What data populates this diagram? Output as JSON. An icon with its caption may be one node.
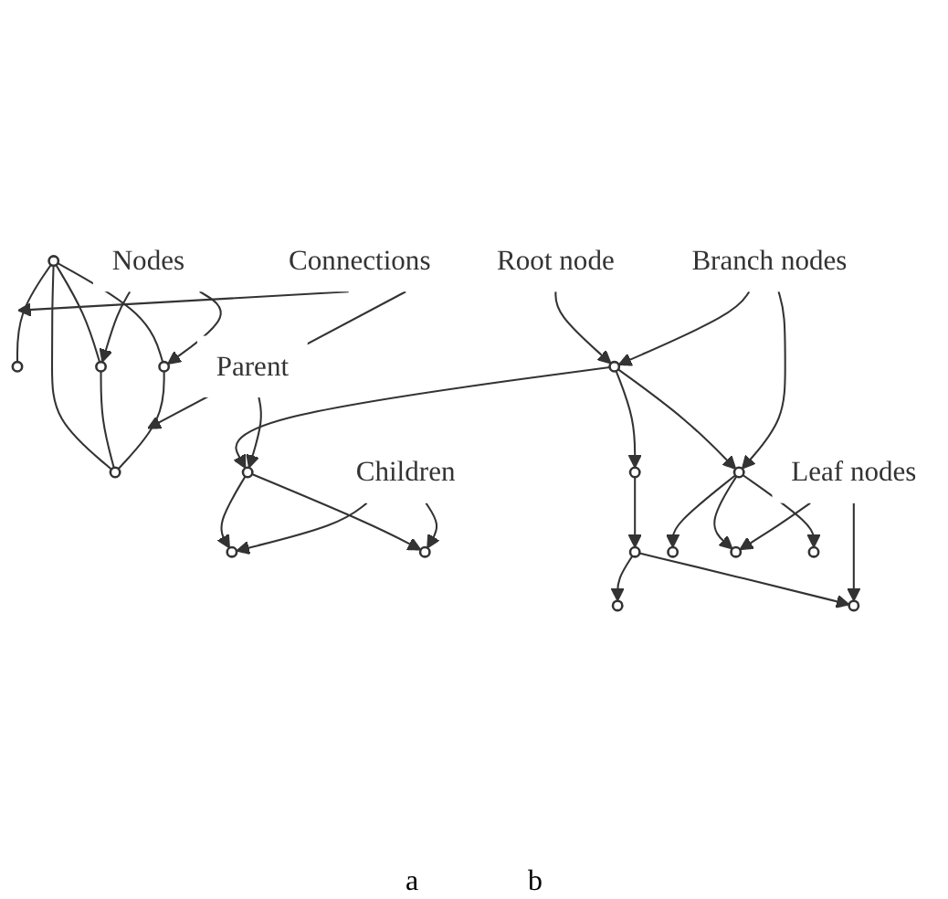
{
  "diagram": {
    "nodes": [
      {
        "text": [],
        "shape": "circle"
      },
      {
        "text": [],
        "shape": "circle"
      },
      {
        "text": [
          "Connections"
        ]
      },
      {
        "text": [],
        "shape": "circle"
      },
      {
        "text": [
          "Nodes"
        ]
      },
      {
        "text": [],
        "shape": "circle"
      },
      {
        "text": [],
        "shape": "circle"
      },
      {
        "text": [
          "Root node"
        ]
      },
      {
        "text": [
          "Parent"
        ]
      },
      {
        "text": [],
        "shape": "circle"
      },
      {
        "text": [
          "Branch nodes"
        ]
      },
      {
        "text": [],
        "shape": "circle"
      },
      {
        "text": [],
        "shape": "circle"
      },
      {
        "text": [],
        "shape": "circle"
      },
      {
        "text": [],
        "shape": "circle"
      },
      {
        "text": [],
        "shape": "circle"
      },
      {
        "text": [],
        "shape": "circle"
      },
      {
        "text": [],
        "shape": "circle"
      },
      {
        "text": [],
        "shape": "circle"
      },
      {
        "text": [],
        "shape": "circle"
      },
      {
        "text": [
          "Children"
        ]
      },
      {
        "text": [
          "Leaf nodes"
        ]
      },
      {
        "text": [],
        "shape": "circle"
      },
      {
        "text": [],
        "shape": "circle"
      }
    ],
    "edges": [
      {
        "from": 0,
        "to": 1,
        "arrow": "none"
      },
      {
        "from": 0,
        "to": 3,
        "arrow": "none"
      },
      {
        "from": 0,
        "to": 5,
        "arrow": "none"
      },
      {
        "from": 0,
        "to": 6,
        "arrow": "none"
      },
      {
        "from": 3,
        "to": 6,
        "arrow": "none"
      },
      {
        "from": 5,
        "to": 6,
        "arrow": "none"
      },
      {
        "from": 2,
        "to": null,
        "arrow": "to"
      },
      {
        "from": 2,
        "to": null,
        "arrow": "to"
      },
      {
        "from": 4,
        "to": 3,
        "arrow": "to"
      },
      {
        "from": 4,
        "to": 5,
        "arrow": "to"
      },
      {
        "from": 9,
        "to": 11,
        "arrow": "to"
      },
      {
        "from": 9,
        "to": 12,
        "arrow": "to"
      },
      {
        "from": 9,
        "to": 13,
        "arrow": "to"
      },
      {
        "from": 11,
        "to": 14,
        "arrow": "to"
      },
      {
        "from": 11,
        "to": 15,
        "arrow": "to"
      },
      {
        "from": 12,
        "to": 16,
        "arrow": "to"
      },
      {
        "from": 13,
        "to": 17,
        "arrow": "to"
      },
      {
        "from": 13,
        "to": 18,
        "arrow": "to"
      },
      {
        "from": 13,
        "to": 19,
        "arrow": "to"
      },
      {
        "from": 16,
        "to": 22,
        "arrow": "to"
      },
      {
        "from": 16,
        "to": 23,
        "arrow": "to"
      },
      {
        "from": 7,
        "to": 9,
        "arrow": "to"
      },
      {
        "from": 8,
        "to": 11,
        "arrow": "to"
      },
      {
        "from": 10,
        "to": 9,
        "arrow": "to"
      },
      {
        "from": 10,
        "to": 13,
        "arrow": "to"
      },
      {
        "from": 20,
        "to": 14,
        "arrow": "to"
      },
      {
        "from": 20,
        "to": 15,
        "arrow": "to"
      },
      {
        "from": 21,
        "to": 18,
        "arrow": "to"
      },
      {
        "from": 21,
        "to": 23,
        "arrow": "to"
      }
    ],
    "labels": [
      "a",
      "b"
    ]
  }
}
